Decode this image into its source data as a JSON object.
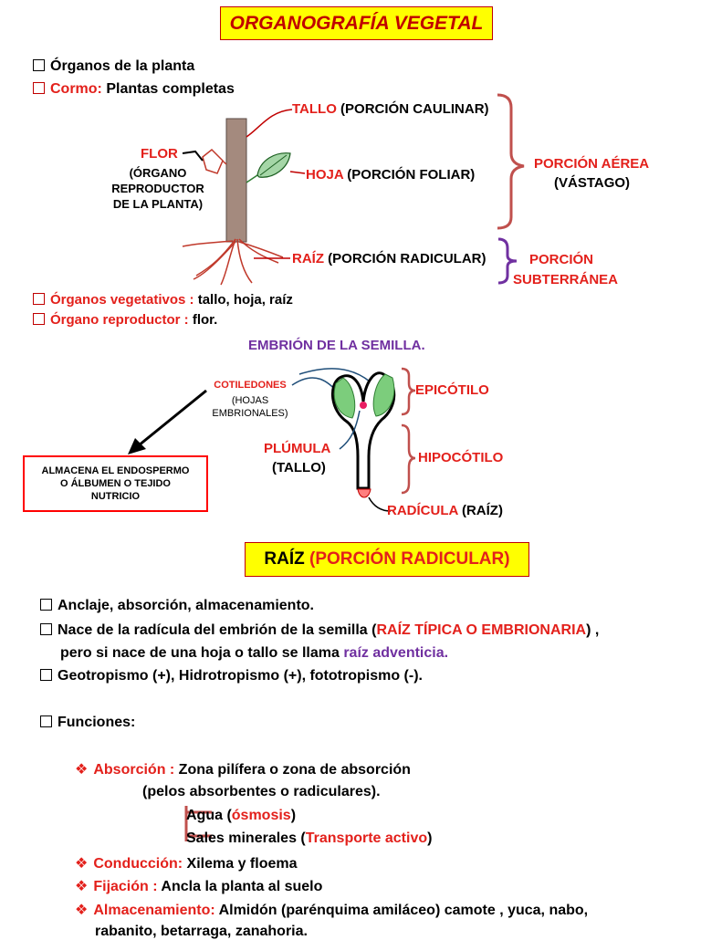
{
  "header": {
    "title": "ORGANOGRAFÍA VEGETAL"
  },
  "intro": {
    "line1": "Órganos de la planta",
    "line2_red": "Cormo:",
    "line2_rest": " Plantas completas"
  },
  "plant": {
    "tallo": "TALLO",
    "tallo_rest": " (PORCIÓN CAULINAR)",
    "hoja": "HOJA",
    "hoja_rest": " (PORCIÓN FOLIAR)",
    "raiz": "RAÍZ",
    "raiz_rest": " (PORCIÓN RADICULAR)",
    "flor": "FLOR",
    "flor_desc": [
      "(ÓRGANO",
      "REPRODUCTOR",
      "DE LA PLANTA)"
    ],
    "aerea": "PORCIÓN AÉREA",
    "vastago": "(VÁSTAGO)",
    "subterranea1": "PORCIÓN",
    "subterranea2": "SUBTERRÁNEA"
  },
  "organs": {
    "veg_label": "Órganos vegetativos :",
    "veg_rest": " tallo, hoja, raíz",
    "rep_label": "Órgano reproductor :",
    "rep_rest": " flor."
  },
  "embryo": {
    "title": "EMBRIÓN DE LA SEMILLA.",
    "cotiledones": "COTILEDONES",
    "cot_desc": [
      "(HOJAS",
      "EMBRIONALES)"
    ],
    "box": [
      "ALMACENA EL ENDOSPERMO",
      "O ÁLBUMEN O TEJIDO",
      "NUTRICIO"
    ],
    "epicotilo": "EPICÓTILO",
    "hipocotilo": "HIPOCÓTILO",
    "plumula": "PLÚMULA",
    "plumula_desc": "(TALLO)",
    "radicula": "RADÍCULA",
    "radicula_rest": " (RAÍZ)"
  },
  "root": {
    "title_black": "RAÍZ ",
    "title_red": "(PORCIÓN RADICULAR)",
    "b1": "Anclaje, absorción, almacenamiento.",
    "b2_a": "Nace de la radícula del embrión de la semilla (",
    "b2_red": "RAÍZ TÍPICA O EMBRIONARIA",
    "b2_b": ") ,",
    "b2_c": "pero si nace de una hoja o tallo se llama ",
    "b2_purple": "raíz adventicia.",
    "b3": "Geotropismo (+), Hidrotropismo (+), fototropismo (-).",
    "b4": "Funciones:",
    "f1_label": "Absorción :",
    "f1_rest": " Zona pilífera o zona de absorción",
    "f1_cont": "(pelos absorbentes o radiculares).",
    "agua": "Agua (",
    "osmosis": "ósmosis",
    "agua_end": ")",
    "sales": "Sales minerales (",
    "transporte": "Transporte activo",
    "sales_end": ")",
    "f2_label": "Conducción:",
    "f2_rest": " Xilema y floema",
    "f3_label": "Fijación :",
    "f3_rest": " Ancla la planta al suelo",
    "f4_label": "Almacenamiento:",
    "f4_rest": " Almidón (parénquima amiláceo) camote , yuca, nabo,",
    "f4_cont": "rabanito, betarraga, zanahoria."
  }
}
